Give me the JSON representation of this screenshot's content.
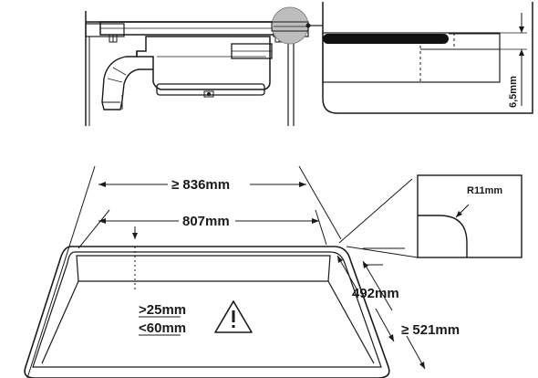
{
  "install_diagram": {
    "detail_seal_label": "6,5mm",
    "top_width_label": "≥ 836mm",
    "inner_width_label": "807mm",
    "edge_min_label": ">25mm",
    "edge_max_label": "<60mm",
    "inner_depth_label": "492mm",
    "outer_depth_label": "≥ 521mm",
    "corner_radius_label": "R11mm",
    "warning_icon": "warning-triangle-icon",
    "colors": {
      "line": "#1a1a1a",
      "fill_gray": "#bdbdbd",
      "fill_light": "#d9d9d9",
      "seal": "#111111"
    }
  }
}
